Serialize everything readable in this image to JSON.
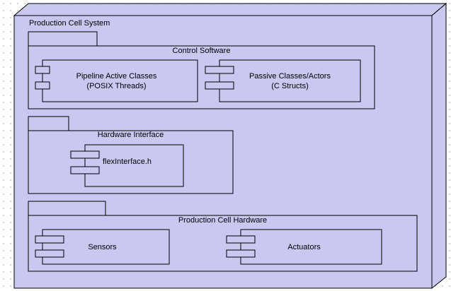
{
  "node": {
    "title": "Production Cell System"
  },
  "packages": {
    "control": {
      "title": "Control Software",
      "components": [
        {
          "line1": "Pipeline Active Classes",
          "line2": "(POSIX Threads)"
        },
        {
          "line1": "Passive Classes/Actors",
          "line2": "(C Structs)"
        }
      ]
    },
    "hardware_interface": {
      "title": "Hardware Interface",
      "components": [
        {
          "line1": "flexInterface.h"
        }
      ]
    },
    "hardware": {
      "title": "Production Cell Hardware",
      "components": [
        {
          "line1": "Sensors"
        },
        {
          "line1": "Actuators"
        }
      ]
    }
  },
  "colors": {
    "fill": "#c8c8f0",
    "stroke": "#000000"
  }
}
